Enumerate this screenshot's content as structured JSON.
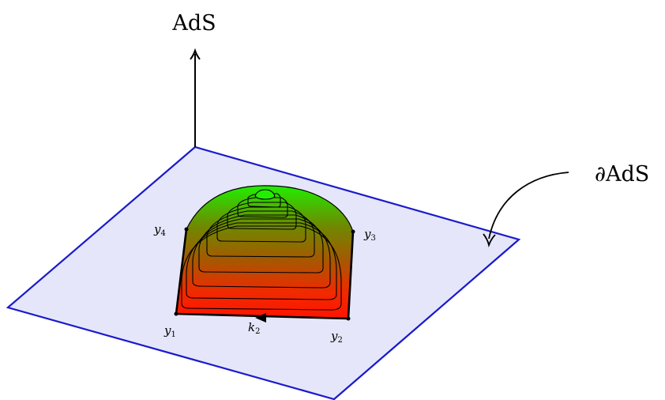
{
  "labels": {
    "bulk": "AdS",
    "boundary": "∂AdS",
    "y1": "y",
    "y1_sub": "1",
    "y2": "y",
    "y2_sub": "2",
    "y3": "y",
    "y3_sub": "3",
    "y4": "y",
    "y4_sub": "4",
    "k2": "k",
    "k2_sub": "2"
  },
  "colors": {
    "plane_fill": "#e6e6fa",
    "plane_stroke": "#1a1acc",
    "surface_base": "#ff1a00",
    "surface_top": "#22ee00",
    "contour": "#000000"
  }
}
